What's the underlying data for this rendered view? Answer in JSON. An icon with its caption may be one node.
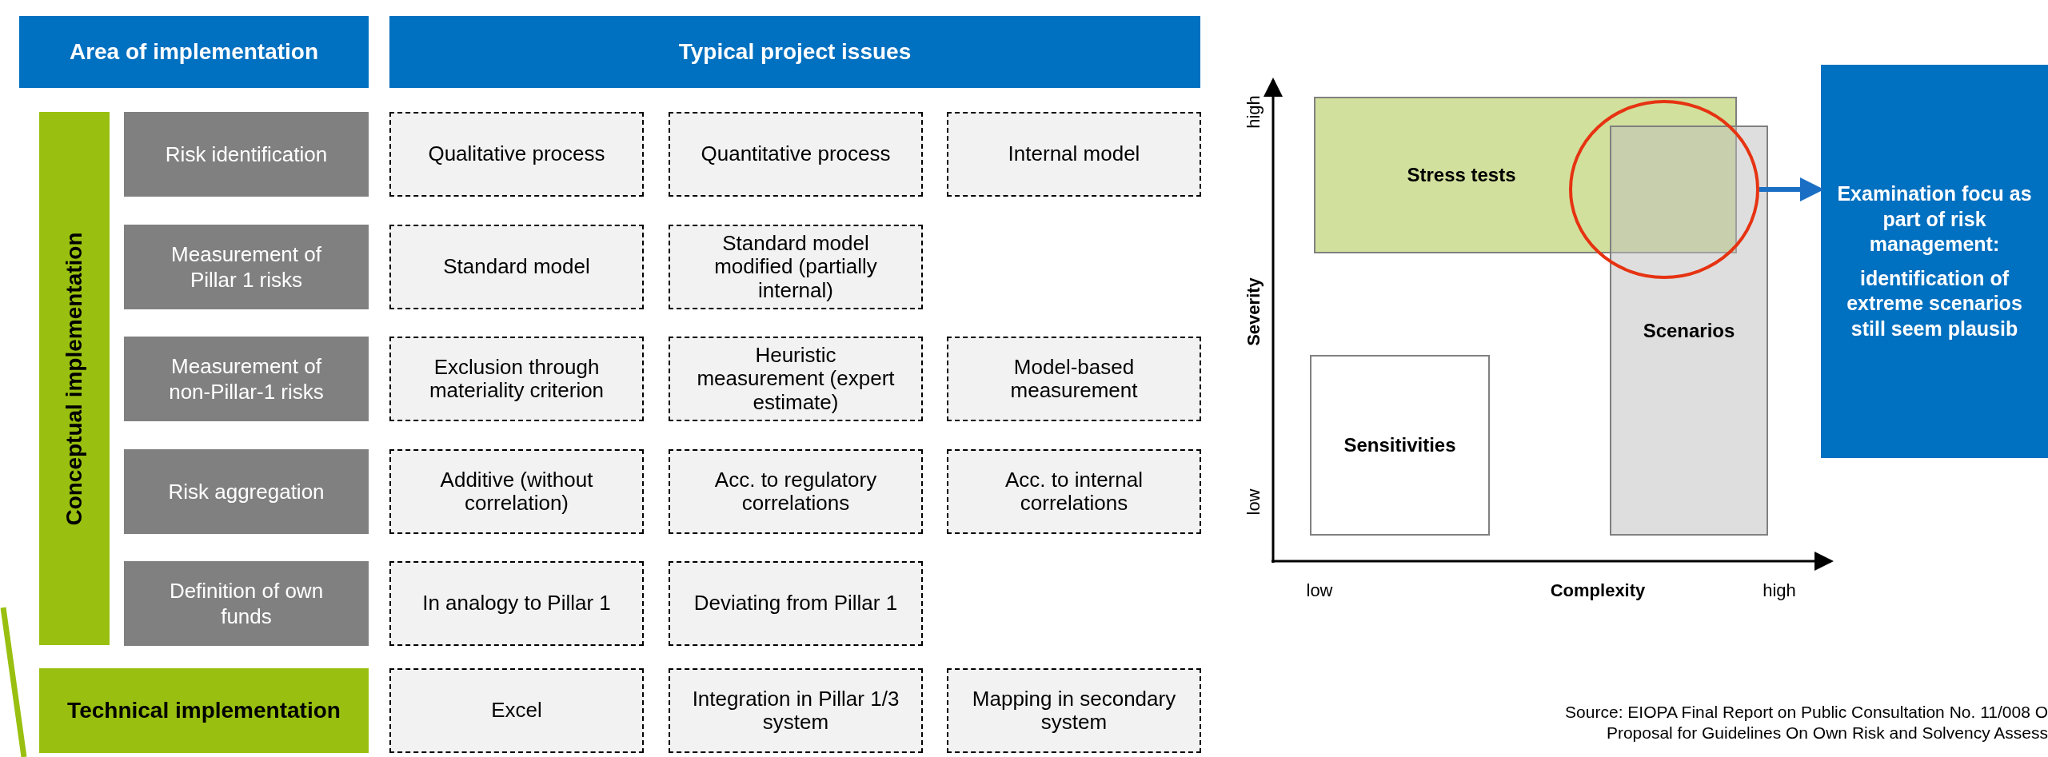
{
  "diagram": {
    "nodes": [
      {
        "text": [
          "Area of implementation"
        ]
      },
      {
        "text": [
          "Typical project issues"
        ]
      },
      {
        "text": [
          "Conceptual implementation"
        ]
      },
      {
        "text": [
          "Risk identification"
        ]
      },
      {
        "text": [
          "Qualitative process"
        ]
      },
      {
        "text": [
          "Quantitative process"
        ]
      },
      {
        "text": [
          "Internal model"
        ]
      },
      {
        "text": [
          "Measurement of Pillar 1 risks"
        ]
      },
      {
        "text": [
          "Standard model"
        ]
      },
      {
        "text": [
          "Standard model modified (partially internal)"
        ]
      },
      {
        "text": [
          "Measurement of non-Pillar-1 risks"
        ]
      },
      {
        "text": [
          "Exclusion through materiality criterion"
        ]
      },
      {
        "text": [
          "Heuristic measurement (expert estimate)"
        ]
      },
      {
        "text": [
          "Model-based measurement"
        ]
      },
      {
        "text": [
          "Risk aggregation"
        ]
      },
      {
        "text": [
          "Additive (without correlation)"
        ]
      },
      {
        "text": [
          "Acc. to regulatory correlations"
        ]
      },
      {
        "text": [
          "Acc. to internal correlations"
        ]
      },
      {
        "text": [
          "Definition of own funds"
        ]
      },
      {
        "text": [
          "In analogy to Pillar 1"
        ]
      },
      {
        "text": [
          "Deviating from Pillar 1"
        ]
      },
      {
        "text": [
          "Technical implementation"
        ]
      },
      {
        "text": [
          "Excel"
        ]
      },
      {
        "text": [
          "Integration in Pillar 1/3 system"
        ]
      },
      {
        "text": [
          "Mapping in secondary system"
        ]
      },
      {
        "text": [
          "Stress tests"
        ]
      },
      {
        "text": [
          "Scenarios"
        ]
      },
      {
        "text": [
          "Sensitivities"
        ]
      },
      {
        "text": [],
        "shape": "circle"
      },
      {
        "text": [
          "Examination focu as part of risk management:",
          "identification of extreme scenarios still seem plausib"
        ]
      }
    ],
    "edges": [
      {
        "from": 28,
        "to": 29,
        "arrow": "to"
      }
    ],
    "labels": [
      "high",
      "low",
      "Severity",
      "low",
      "Complexity",
      "high",
      "Source: EIOPA Final Report on Public Consultation No. 11/008 O Proposal for Guidelines On Own Risk and Solvency Assess"
    ]
  }
}
